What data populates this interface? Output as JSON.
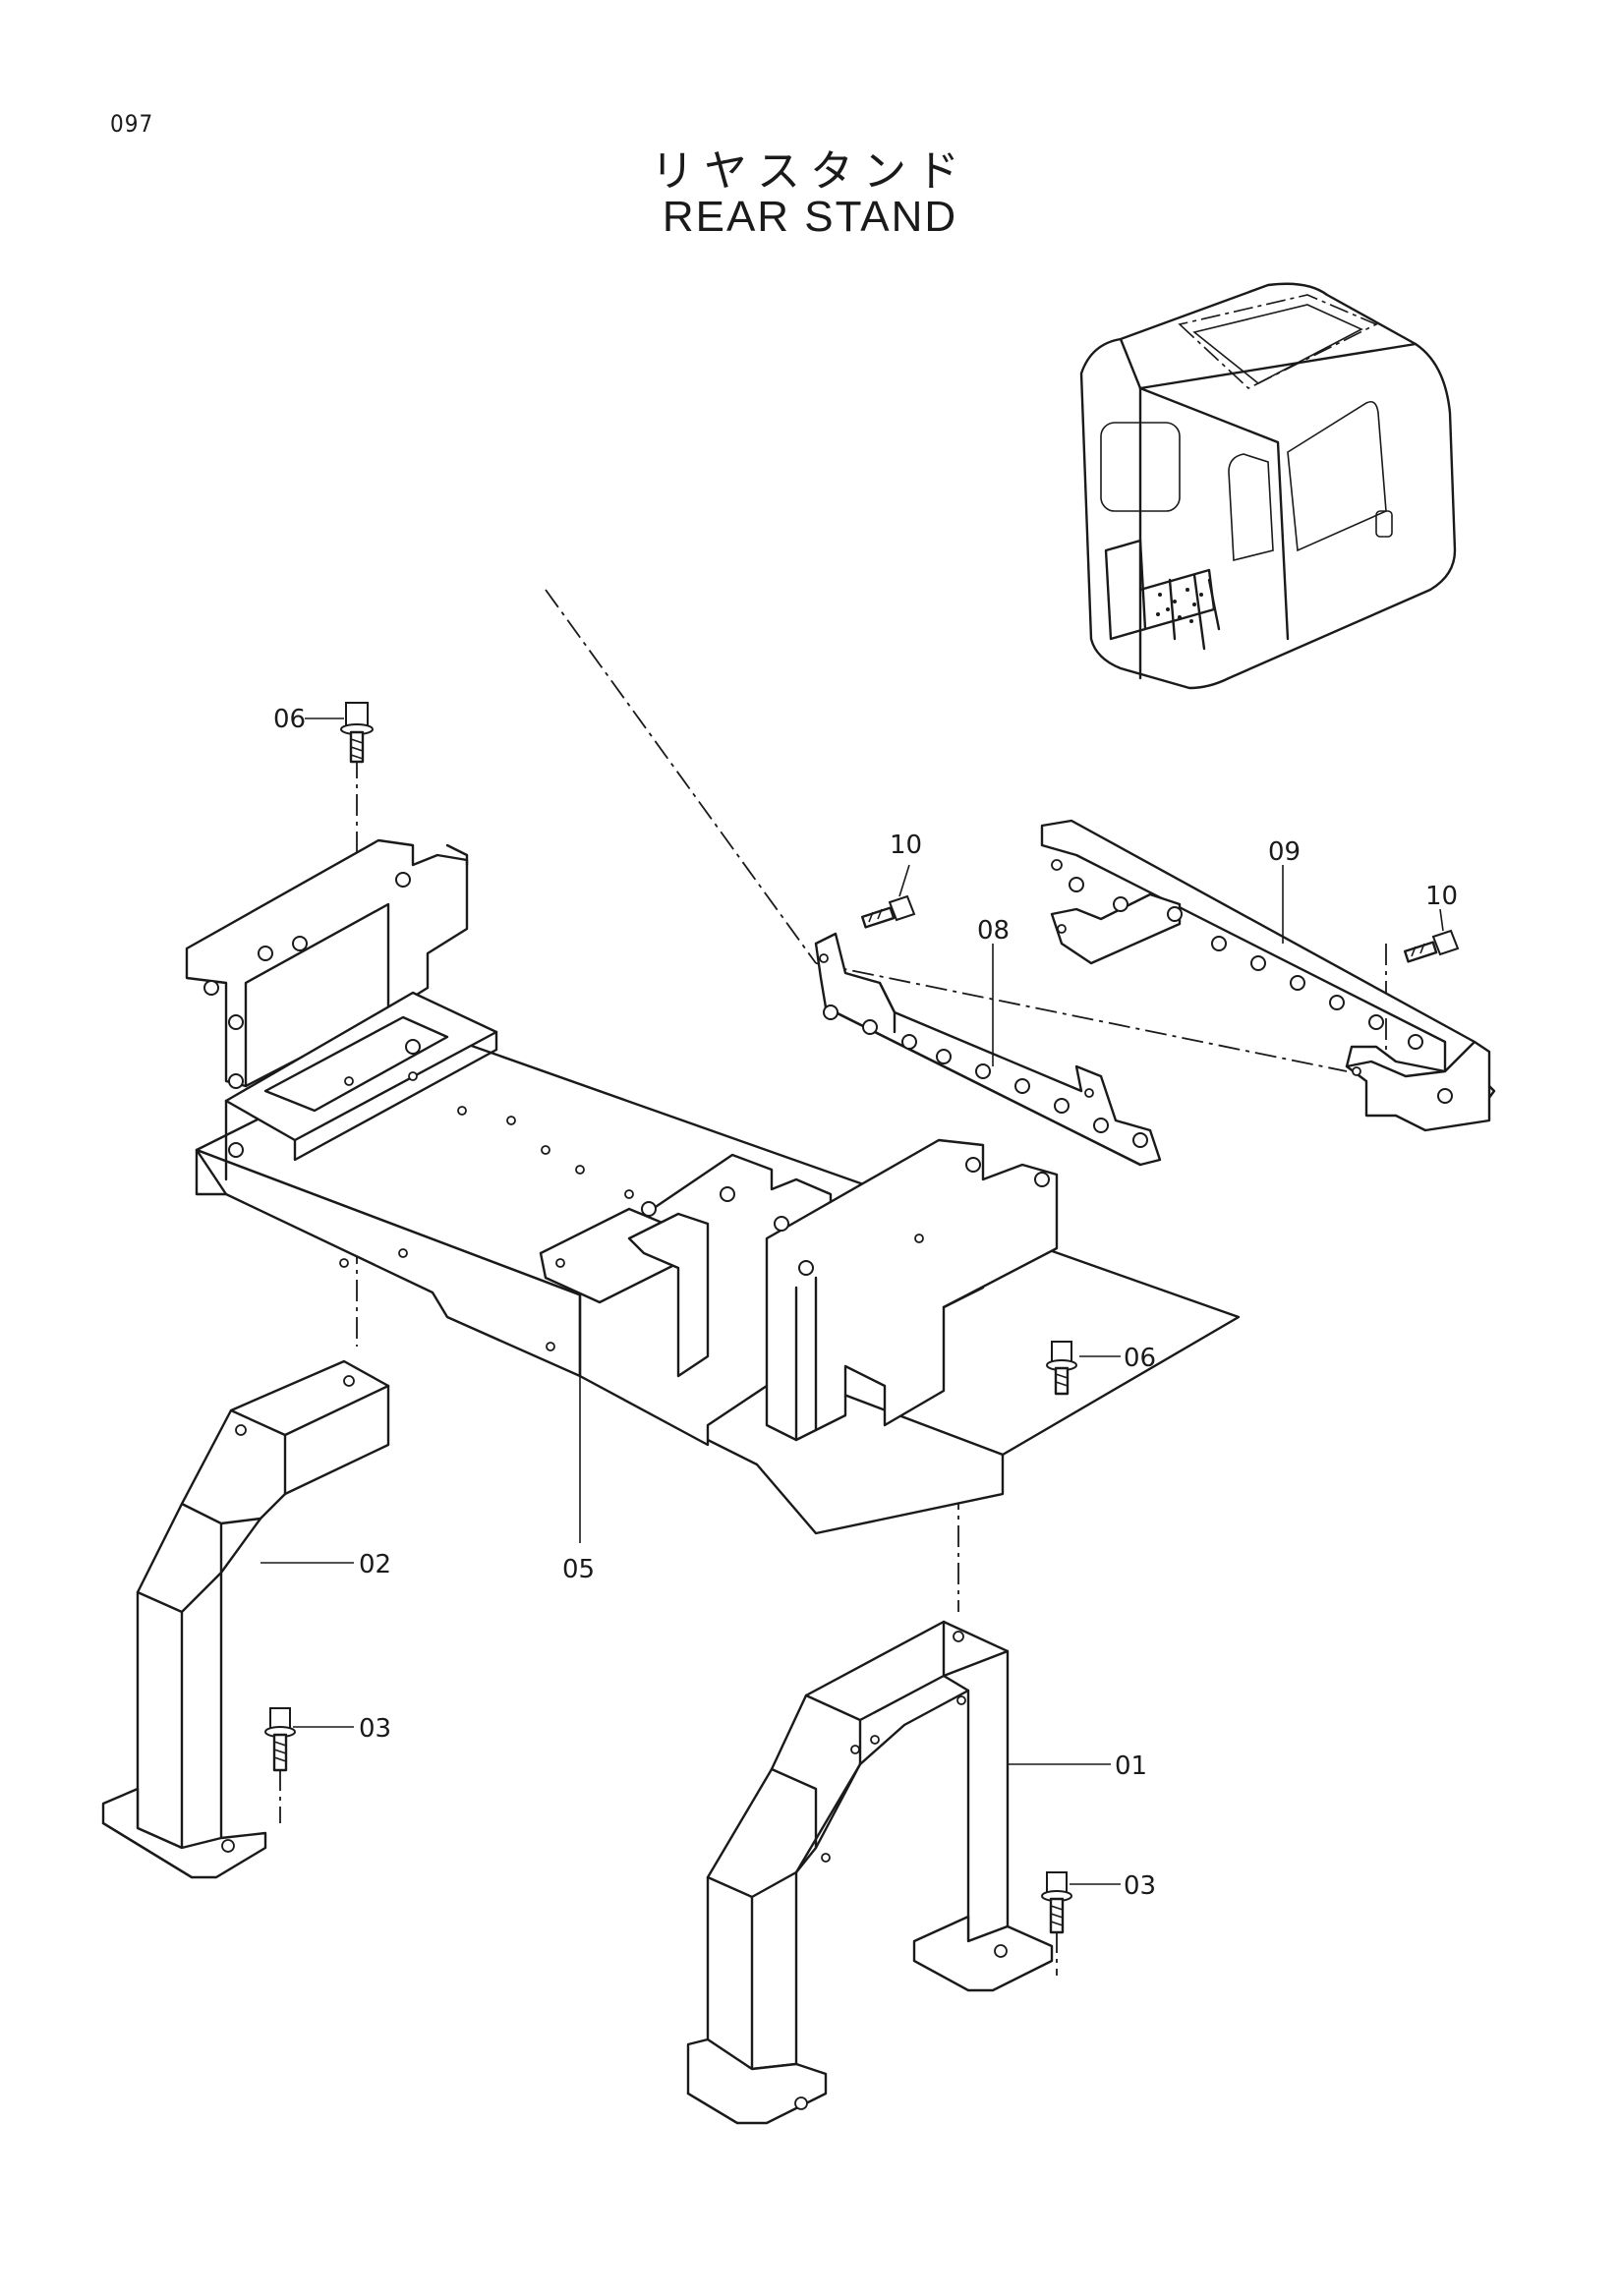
{
  "page_number": "097",
  "title_jp": "リヤスタンド",
  "title_en": "REAR STAND",
  "callouts": {
    "p01": "01",
    "p02": "02",
    "p03a": "03",
    "p03b": "03",
    "p05": "05",
    "p06a": "06",
    "p06b": "06",
    "p08": "08",
    "p09": "09",
    "p10a": "10",
    "p10b": "10"
  }
}
